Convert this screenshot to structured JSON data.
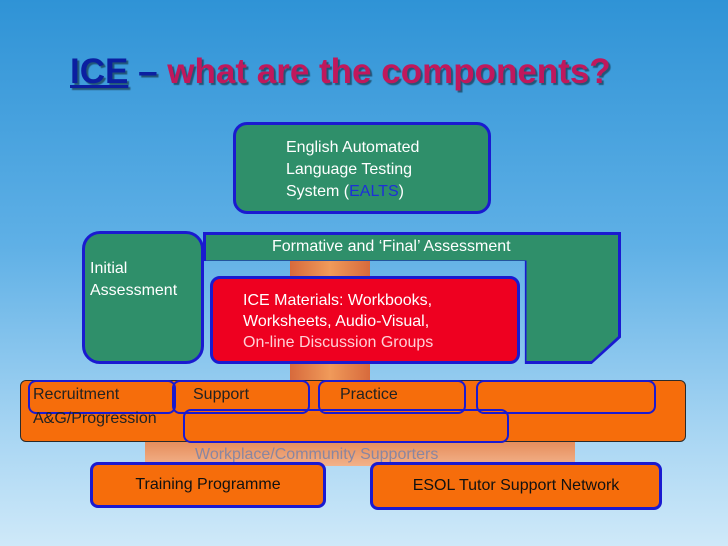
{
  "title": {
    "ice": "ICE",
    "dash": " – ",
    "rest": "what are the components?"
  },
  "ealts": {
    "line1": "English Automated",
    "line2": "Language Testing",
    "line3_prefix": "System (",
    "line3_link": "EALTS",
    "line3_suffix": ")"
  },
  "formative": {
    "label": "Formative and ‘Final’ Assessment"
  },
  "initial": {
    "line1": "Initial",
    "line2": "Assessment"
  },
  "materials": {
    "line1": "ICE Materials: Workbooks,",
    "line2": "Worksheets, Audio-Visual,",
    "line3": "On-line Discussion Groups"
  },
  "band": {
    "recruitment": "Recruitment",
    "progression": "A&G/Progression",
    "support": "Support",
    "practice": "Practice"
  },
  "workplace": {
    "label": "Workplace/Community Supporters"
  },
  "bottom": {
    "training": "Training Programme",
    "esol": "ESOL Tutor Support Network"
  }
}
